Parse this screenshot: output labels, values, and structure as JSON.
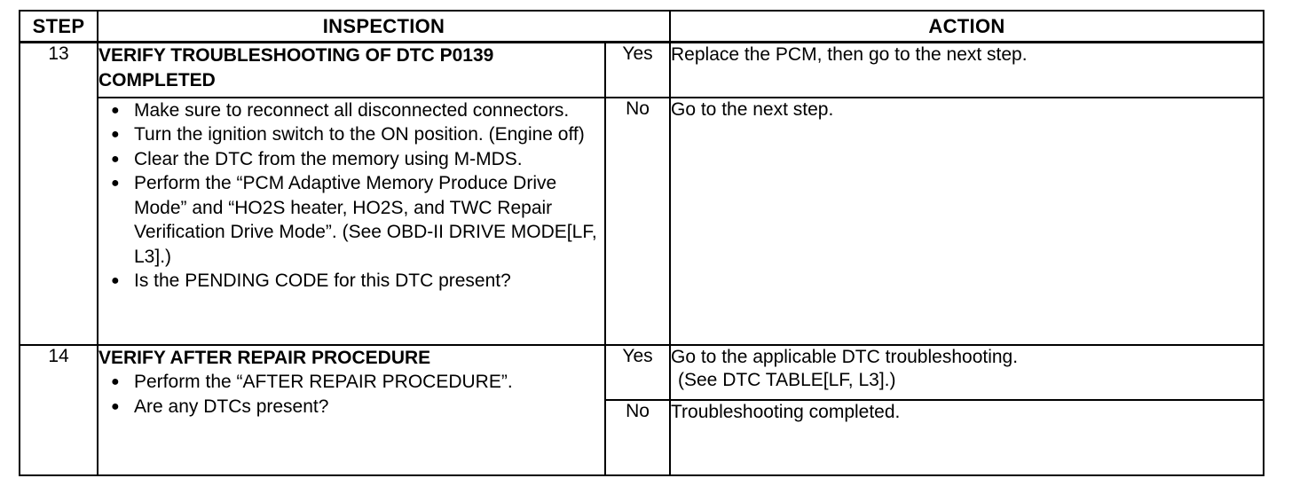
{
  "headers": {
    "step": "STEP",
    "inspection": "INSPECTION",
    "action": "ACTION"
  },
  "rows": [
    {
      "step": "13",
      "title_line1": "VERIFY TROUBLESHOOTING OF DTC P0139",
      "title_line2": "COMPLETED",
      "bullets": [
        "Make sure to reconnect all disconnected connectors.",
        "Turn the ignition switch to the ON position. (Engine off)",
        "Clear the DTC from the memory using M-MDS.",
        "Perform the “PCM Adaptive Memory Produce Drive Mode” and “HO2S heater, HO2S, and TWC Repair Verification Drive Mode”. (See OBD-II DRIVE MODE[LF, L3].)",
        "Is the PENDING CODE for this DTC present?"
      ],
      "yes_label": "Yes",
      "yes_action": "Replace the PCM, then go to the next step.",
      "no_label": "No",
      "no_action": "Go to the next step."
    },
    {
      "step": "14",
      "title": "VERIFY AFTER REPAIR PROCEDURE",
      "bullets": [
        "Perform the “AFTER REPAIR PROCEDURE”.",
        "Are any DTCs present?"
      ],
      "yes_label": "Yes",
      "yes_action": "Go to the applicable DTC troubleshooting.",
      "yes_action_note": "(See DTC TABLE[LF, L3].)",
      "no_label": "No",
      "no_action": "Troubleshooting completed."
    }
  ]
}
